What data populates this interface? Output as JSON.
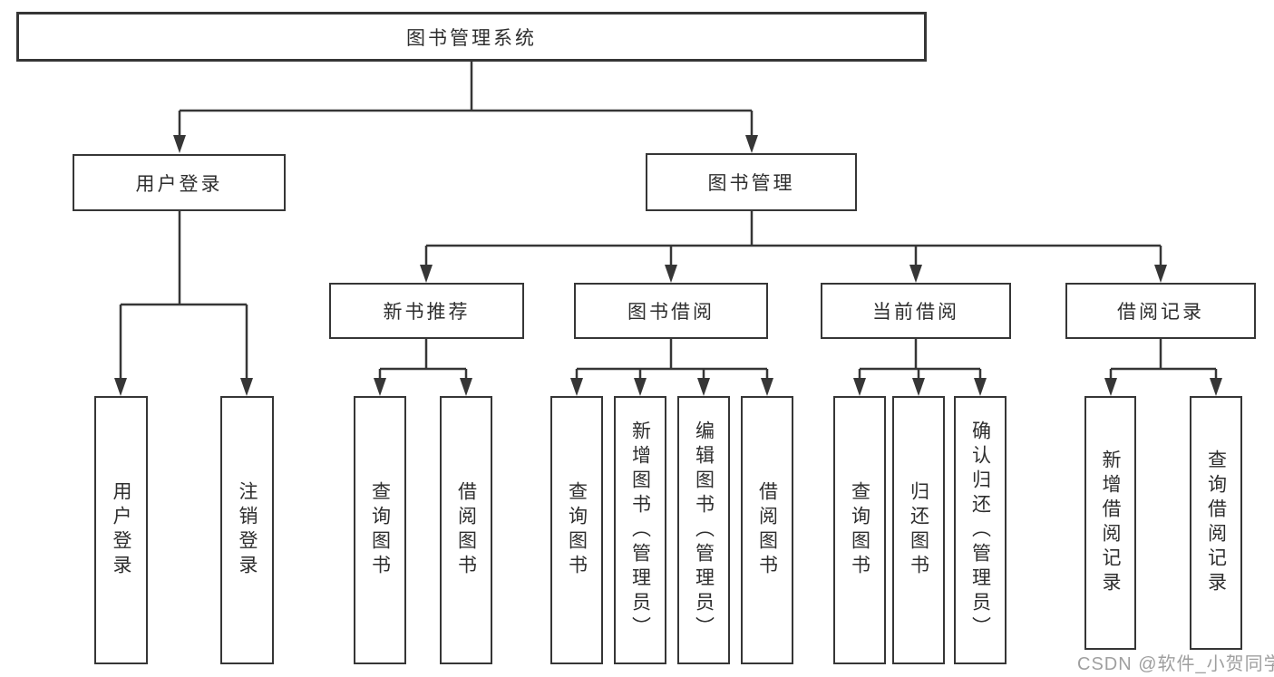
{
  "tree": {
    "label": "图书管理系统",
    "children": [
      {
        "label": "用户登录",
        "children": [
          {
            "label": "用户登录"
          },
          {
            "label": "注销登录"
          }
        ]
      },
      {
        "label": "图书管理",
        "children": [
          {
            "label": "新书推荐",
            "children": [
              {
                "label": "查询图书"
              },
              {
                "label": "借阅图书"
              }
            ]
          },
          {
            "label": "图书借阅",
            "children": [
              {
                "label": "查询图书"
              },
              {
                "label": "新增图书（管理员）"
              },
              {
                "label": "编辑图书（管理员）"
              },
              {
                "label": "借阅图书"
              }
            ]
          },
          {
            "label": "当前借阅",
            "children": [
              {
                "label": "查询图书"
              },
              {
                "label": "归还图书"
              },
              {
                "label": "确认归还（管理员）"
              }
            ]
          },
          {
            "label": "借阅记录",
            "children": [
              {
                "label": "新增借阅记录"
              },
              {
                "label": "查询借阅记录"
              }
            ]
          }
        ]
      }
    ]
  },
  "watermark": "CSDN @软件_小贺同学",
  "colors": {
    "line": "#363636",
    "box_border": "#363636",
    "box_fill": "#ffffff",
    "text": "#2e2e2e",
    "watermark": "#9f9f9f",
    "background": "#ffffff"
  }
}
